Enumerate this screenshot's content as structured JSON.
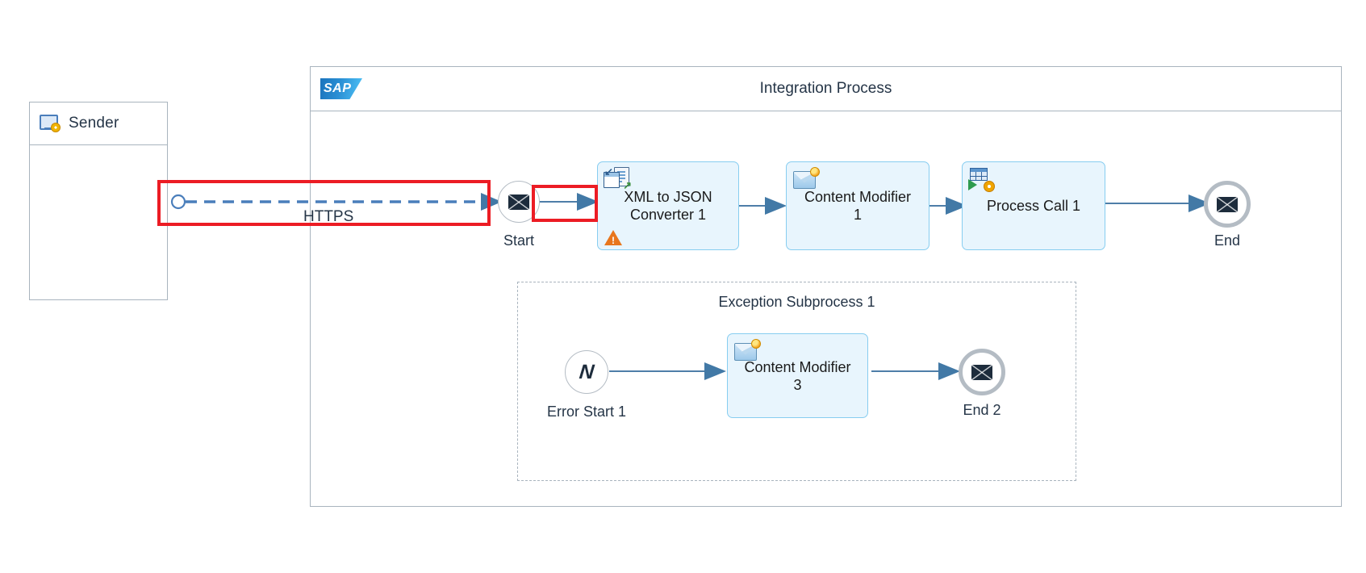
{
  "diagram": {
    "type": "sap-integration-flow",
    "colors": {
      "task_fill": "#e8f5fd",
      "task_border": "#87cdf0",
      "pool_border": "#a9b4be",
      "connector": "#4e7ea8",
      "message_flow": "#4a7ebb",
      "highlight": "#ec1c24",
      "warning": "#e8761d",
      "text": "#253547"
    }
  },
  "sender_pool": {
    "title": "Sender",
    "icon": "sender-system-icon"
  },
  "process_pool": {
    "title": "Integration Process",
    "logo": "sap-logo",
    "logo_text": "SAP"
  },
  "message_flow": {
    "label": "HTTPS",
    "style": "dashed"
  },
  "main_flow": {
    "start_event": {
      "label": "Start",
      "icon": "message-start-event-icon"
    },
    "steps": [
      {
        "label": "XML to JSON\nConverter 1",
        "icon": "xml-to-json-converter-icon",
        "has_warning": true,
        "warning_icon": "warning-triangle-icon"
      },
      {
        "label": "Content Modifier\n1",
        "icon": "content-modifier-icon",
        "has_warning": false
      },
      {
        "label": "Process Call 1",
        "icon": "process-call-icon",
        "has_warning": false
      }
    ],
    "end_event": {
      "label": "End",
      "icon": "message-end-event-icon"
    }
  },
  "exception_subprocess": {
    "title": "Exception Subprocess 1",
    "border_style": "dashed",
    "start_event": {
      "label": "Error Start 1",
      "icon": "error-start-event-icon",
      "glyph": "N"
    },
    "steps": [
      {
        "label": "Content Modifier\n3",
        "icon": "content-modifier-icon"
      }
    ],
    "end_event": {
      "label": "End 2",
      "icon": "message-end-event-icon"
    }
  },
  "highlights": [
    {
      "name": "message-flow-highlight"
    },
    {
      "name": "start-to-converter-highlight"
    }
  ]
}
